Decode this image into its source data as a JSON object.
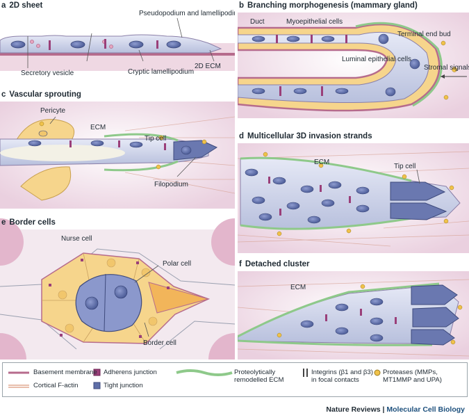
{
  "panels": {
    "a": {
      "letter": "a",
      "title": "2D sheet",
      "labels": {
        "pseudopodium": "Pseudopodium and lamellipodium",
        "secretory": "Secretory vesicle",
        "cryptic": "Cryptic lamellipodium",
        "ecm2d": "2D ECM"
      }
    },
    "b": {
      "letter": "b",
      "title": "Branching morphogenesis (mammary gland)",
      "labels": {
        "duct": "Duct",
        "myo": "Myoepithelial cells",
        "teb": "Terminal end bud",
        "luminal": "Luminal epithelial cells",
        "stromal": "Stromal signals?"
      }
    },
    "c": {
      "letter": "c",
      "title": "Vascular sprouting",
      "labels": {
        "pericyte": "Pericyte",
        "ecm": "ECM",
        "tip": "Tip cell",
        "filo": "Filopodium"
      }
    },
    "d": {
      "letter": "d",
      "title": "Multicellular 3D invasion strands",
      "labels": {
        "ecm": "ECM",
        "tip": "Tip cell"
      }
    },
    "e": {
      "letter": "e",
      "title": "Border cells",
      "labels": {
        "nurse": "Nurse cell",
        "polar": "Polar cell",
        "border": "Border cell"
      }
    },
    "f": {
      "letter": "f",
      "title": "Detached cluster",
      "labels": {
        "ecm": "ECM"
      }
    }
  },
  "legend": {
    "basement": "Basement membrane",
    "actin": "Cortical F-actin",
    "adherens": "Adherens junction",
    "tight": "Tight junction",
    "remodelled": "Proteolytically remodelled ECM",
    "integrins": "Integrins (β1 and β3) in focal contacts",
    "proteases": "Proteases (MMPs, MT1MMP and UPA)"
  },
  "footer": {
    "journal1": "Nature Reviews",
    "separator": " | ",
    "journal2": "Molecular Cell Biology"
  },
  "colors": {
    "cell": "#c9cfe6",
    "nucleus": "#5f6fa8",
    "basement": "#b66b8c",
    "stroma": "#ecd0de",
    "yellow": "#f6d58c",
    "green": "#8ec98a",
    "protease": "#f0c24a",
    "junction": "#9a3f79"
  }
}
